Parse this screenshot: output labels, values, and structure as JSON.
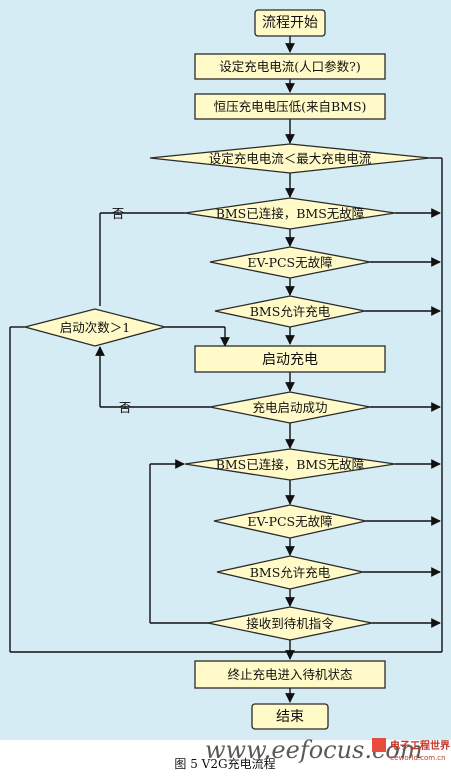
{
  "nodes": {
    "start": "流程开始",
    "set_current": "设定充电电流(人口参数?)",
    "cv_low": "恒压充电电压低(来自BMS)",
    "cmp_max": "设定充电电流＜最大充电电流",
    "bms_ok_1": "BMS已连接，BMS无故障",
    "evpcs_ok_1": "EV-PCS无故障",
    "bms_allow_1": "BMS允许充电",
    "start_count": "启动次数＞1",
    "start_charge": "启动充电",
    "charge_success": "充电启动成功",
    "bms_ok_2": "BMS已连接，BMS无故障",
    "evpcs_ok_2": "EV-PCS无故障",
    "bms_allow_2": "BMS允许充电",
    "standby_cmd": "接收到待机指令",
    "stop_standby": "终止充电进入待机状态",
    "end": "结束"
  },
  "edge_labels": {
    "no_1": "否",
    "no_2": "否"
  },
  "caption": "图 5   V2G充电流程",
  "watermark": "www.eefocus.com",
  "logo": {
    "title": "电子工程世界",
    "subtitle": "eeworld.com.cn"
  }
}
